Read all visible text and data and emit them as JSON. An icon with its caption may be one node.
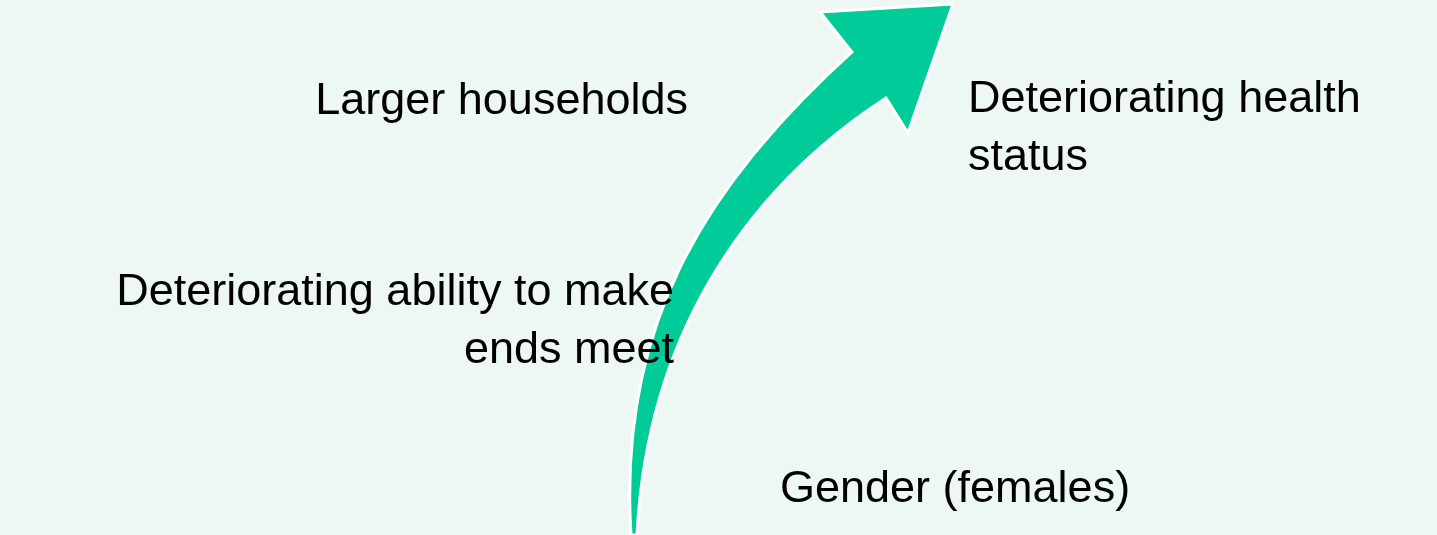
{
  "diagram": {
    "labels": [
      "Larger households",
      "Deteriorating ability to make ends meet",
      "Gender (females)",
      "Deteriorating health status"
    ]
  }
}
